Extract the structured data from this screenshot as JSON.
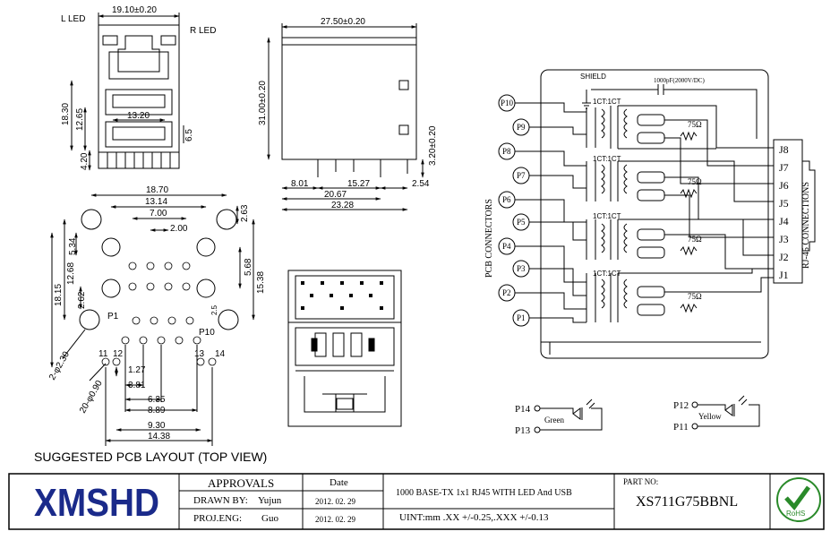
{
  "views": {
    "front": {
      "l_led": "L LED",
      "r_led": "R LED",
      "width": "19.10±0.20",
      "height_total": "18.30",
      "height_lower": "12.65",
      "inner_width": "13.20",
      "gap": "6.5",
      "bottom": "4.20"
    },
    "side": {
      "depth": "27.50±0.20",
      "height": "31.00±0.20",
      "pin_len": "3.20±0.20",
      "d1": "8.01",
      "d2": "15.27",
      "d3": "2.54",
      "d4": "20.67",
      "d5": "23.28"
    },
    "pcb": {
      "w1": "18.70",
      "w2": "13.14",
      "w3": "7.00",
      "w4": "2.00",
      "h1": "2.63",
      "h2": "5.34",
      "h3": "5.68",
      "h4": "15.38",
      "h5": "12.68",
      "h6": "18.15",
      "h7": "2.62",
      "h8": "2.5",
      "hole_big": "2-φ2.30",
      "hole_small": "20-φ0.90",
      "p1": "P1",
      "p10": "P10",
      "p11": "11",
      "p12": "12",
      "p13": "13",
      "p14": "14",
      "b1": "1.27",
      "b2": "3.81",
      "b3": "6.35",
      "b4": "8.89",
      "b5": "9.30",
      "b6": "14.38",
      "caption": "SUGGESTED PCB LAYOUT (TOP VIEW)"
    },
    "schematic": {
      "pcb_connectors": "PCB CONNECTORS",
      "rj45_connections": "RJ-45 CONNECTIONS",
      "shield": "SHIELD",
      "cap": "1000pF(2000V/DC)",
      "ratio": "1CT:1CT",
      "resistor": "75Ω",
      "p_pins": [
        "P10",
        "P9",
        "P8",
        "P7",
        "P6",
        "P5",
        "P4",
        "P3",
        "P2",
        "P1"
      ],
      "j_pins": [
        "J8",
        "J7",
        "J6",
        "J5",
        "J4",
        "J3",
        "J2",
        "J1"
      ],
      "led_green_p1": "P14",
      "led_green_p2": "P13",
      "led_green_label": "Green",
      "led_yellow_p1": "P12",
      "led_yellow_p2": "P11",
      "led_yellow_label": "Yellow"
    }
  },
  "title_block": {
    "logo": "XMSHD",
    "approvals": "APPROVALS",
    "date_header": "Date",
    "drawn_by_label": "DRAWN BY:",
    "drawn_by": "Yujun",
    "drawn_date": "2012. 02. 29",
    "proj_eng_label": "PROJ.ENG:",
    "proj_eng": "Guo",
    "proj_date": "2012. 02. 29",
    "description": "1000 BASE-TX 1x1 RJ45 WITH LED And USB",
    "tolerance": "UINT:mm .XX +/-0.25,.XXX +/-0.13",
    "part_no_label": "PART NO:",
    "part_no": "XS711G75BBNL",
    "rohs": "RoHS"
  }
}
